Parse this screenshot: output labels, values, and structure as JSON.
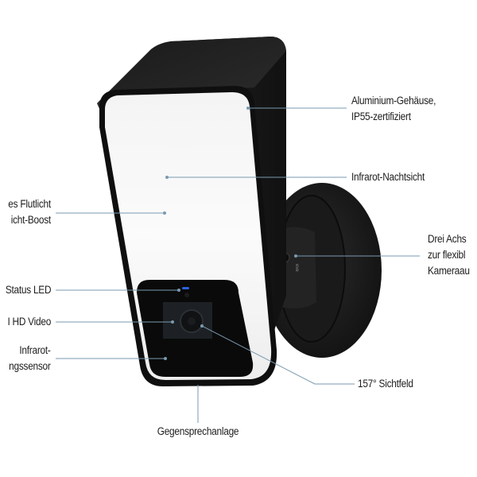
{
  "figure": {
    "type": "product-callout-diagram",
    "product": "outdoor floodlight security camera",
    "colors": {
      "housing": "#1c1c1c",
      "light_panel": "#f7f7f7",
      "leader_line": "#7a9ab0",
      "status_led": "#2e5fe0",
      "text": "#1e1e1e",
      "background": "#ffffff"
    },
    "callouts": {
      "housing": {
        "lines": [
          "Aluminium-Gehäuse,",
          "IP55-zertifiziert"
        ]
      },
      "night_vision": {
        "lines": [
          "Infrarot-Nachtsicht"
        ]
      },
      "floodlight": {
        "lines": [
          "es Flutlicht",
          "icht-Boost"
        ]
      },
      "mount": {
        "lines": [
          "Drei Achs",
          "zur flexibl",
          "Kameraau"
        ]
      },
      "status_led": {
        "lines": [
          "Status LED"
        ]
      },
      "video": {
        "lines": [
          "I HD Video"
        ]
      },
      "motion_sensor": {
        "lines": [
          "Infrarot-",
          "ngssensor"
        ]
      },
      "field_of_view": {
        "lines": [
          "157° Sichtfeld"
        ]
      },
      "intercom": {
        "lines": [
          "Gegensprechanlage"
        ]
      }
    }
  }
}
